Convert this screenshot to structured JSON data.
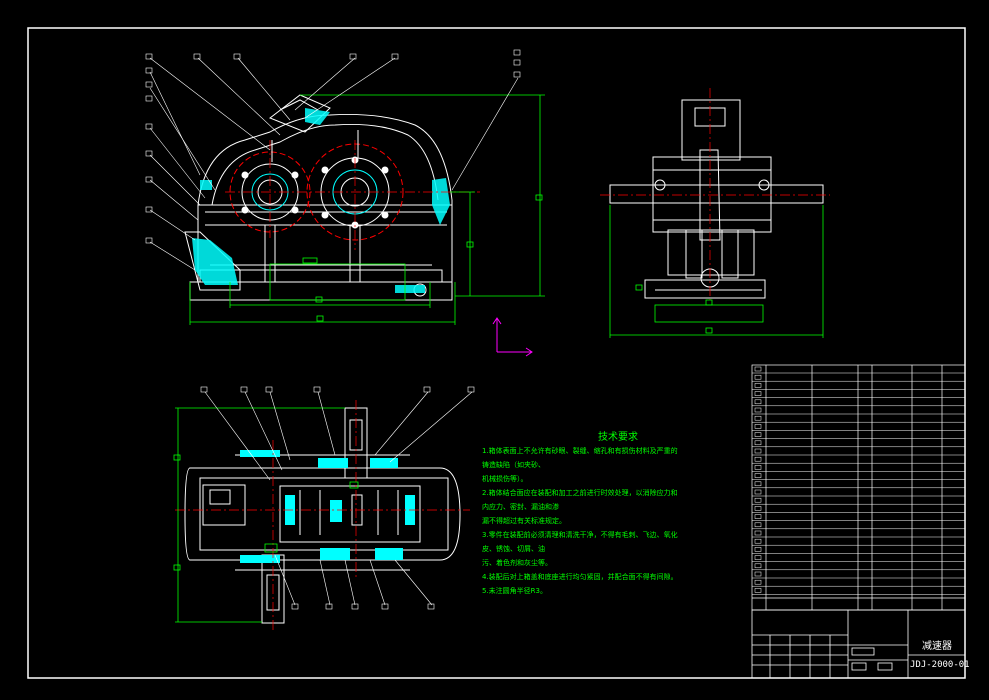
{
  "drawing": {
    "name": "减速器",
    "number": "JDJ-2000-01"
  },
  "tech_requirements": {
    "title": "技术要求",
    "items": [
      "1.箱体表面上不允许有砂眼、裂缝、缩孔和有损伤材料及严重的铸造缺陷（如夹砂、",
      "机械损伤等）。",
      "2.箱体结合面应在装配和加工之前进行时效处理，以消除应力和内应力、密封、漏油和渗",
      "漏不得超过有关标准规定。",
      "3.零件在装配前必须清理和清洗干净，不得有毛刺、飞边、氧化皮、锈蚀、切屑、油",
      "污、着色剂和灰尘等。",
      "4.装配后对上箱盖和底座进行均匀紧固，并配合面不得有间隙。",
      "5.未注圆角半径R3。"
    ]
  },
  "colors": {
    "background": "#000000",
    "frame": "#ffffff",
    "outline": "#ffffff",
    "dimension": "#00ff00",
    "centerline": "#ff0000",
    "section_fill": "#00ffff",
    "ucs": "#ff00ff",
    "leader": "#ffffff"
  }
}
